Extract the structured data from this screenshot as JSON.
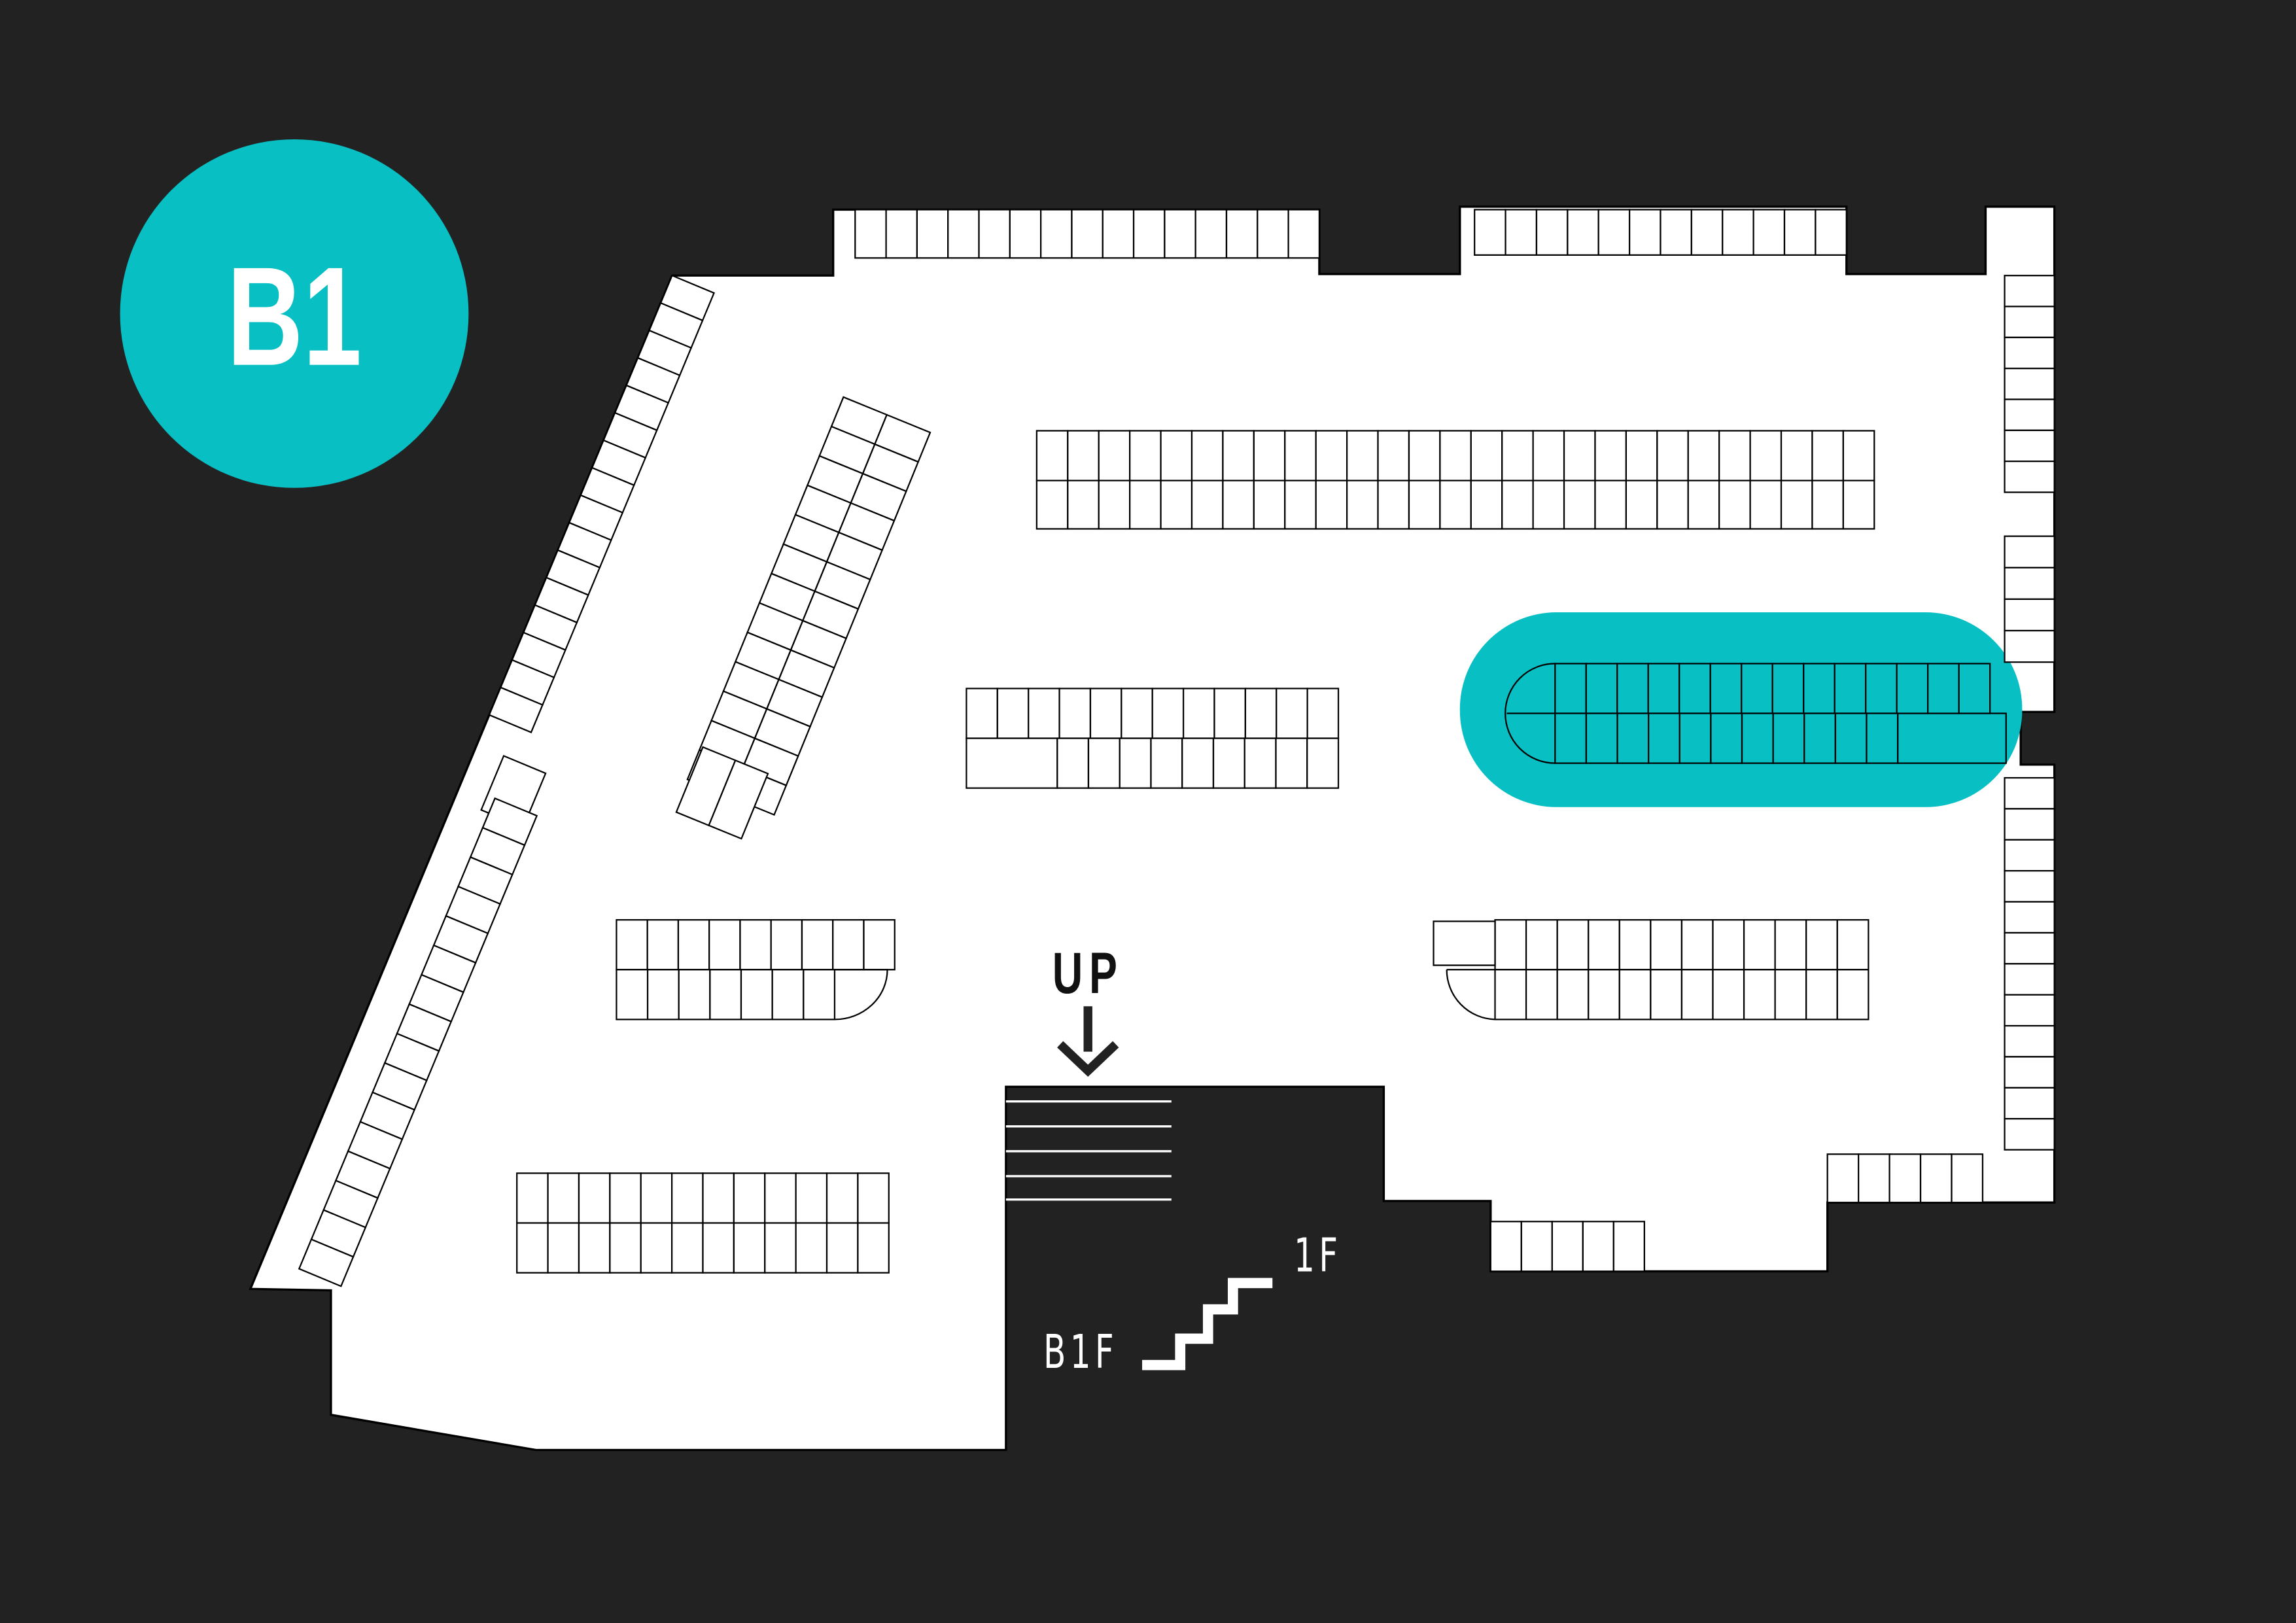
{
  "floor": {
    "badge_label": "B1",
    "ramp_label": "UP",
    "from_level": "B1F",
    "to_level": "1F"
  },
  "colors": {
    "background": "#222222",
    "floor": "#ffffff",
    "accent": "#08bfc4",
    "lines": "#000000"
  },
  "icons": {
    "ramp_arrow": "arrow-down-icon",
    "stairs": "stairs-icon"
  }
}
